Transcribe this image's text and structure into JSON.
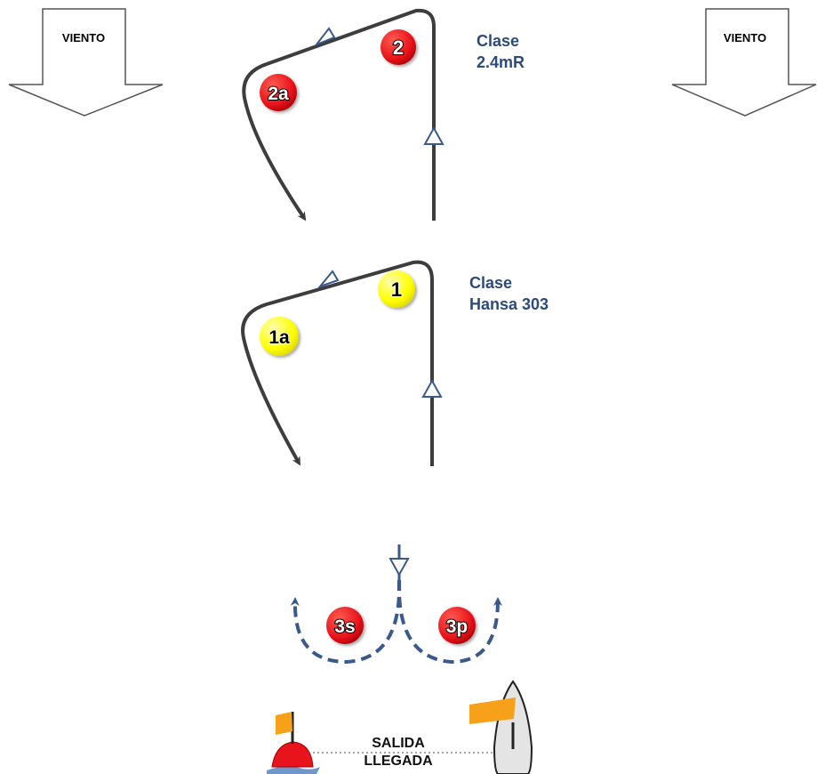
{
  "wind_arrows": {
    "left_label": "VIENTO",
    "right_label": "VIENTO"
  },
  "classes": [
    {
      "line1": "Clase",
      "line2": "2.4mR",
      "color": "#2e4a7a"
    },
    {
      "line1": "Clase",
      "line2": "Hansa 303",
      "color": "#2e4a7a"
    }
  ],
  "marks": {
    "mark_2": "2",
    "mark_2a": "2a",
    "mark_1": "1",
    "mark_1a": "1a",
    "mark_3s": "3s",
    "mark_3p": "3p"
  },
  "start_finish": {
    "line1": "SALIDA",
    "line2": "LLEGADA"
  },
  "colors": {
    "red_mark": "#e8141b",
    "yellow_mark": "#ffff00",
    "course_line": "#3d3d3d",
    "gate_line": "#3a5a8c",
    "flag": "#f7a11a",
    "buoy": "#e8141b",
    "water": "#6f97c9"
  }
}
